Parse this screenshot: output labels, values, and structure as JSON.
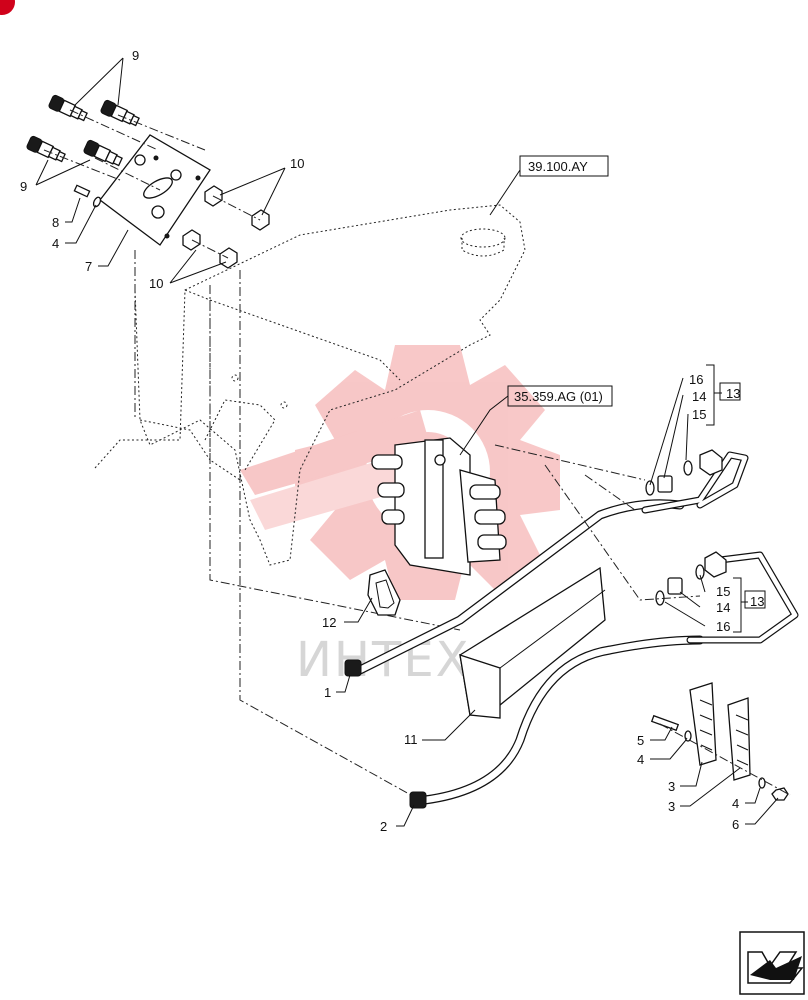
{
  "diagram": {
    "callouts": [
      {
        "id": "c9a",
        "label": "9"
      },
      {
        "id": "c9b",
        "label": "9"
      },
      {
        "id": "c10a",
        "label": "10"
      },
      {
        "id": "c10b",
        "label": "10"
      },
      {
        "id": "c8",
        "label": "8"
      },
      {
        "id": "c4a",
        "label": "4"
      },
      {
        "id": "c7",
        "label": "7"
      },
      {
        "id": "c16a",
        "label": "16"
      },
      {
        "id": "c14a",
        "label": "14"
      },
      {
        "id": "c15a",
        "label": "15"
      },
      {
        "id": "c13a",
        "label": "13"
      },
      {
        "id": "c15b",
        "label": "15"
      },
      {
        "id": "c14b",
        "label": "14"
      },
      {
        "id": "c16b",
        "label": "16"
      },
      {
        "id": "c13b",
        "label": "13"
      },
      {
        "id": "c12",
        "label": "12"
      },
      {
        "id": "c1",
        "label": "1"
      },
      {
        "id": "c11",
        "label": "11"
      },
      {
        "id": "c5",
        "label": "5"
      },
      {
        "id": "c4b",
        "label": "4"
      },
      {
        "id": "c3a",
        "label": "3"
      },
      {
        "id": "c3b",
        "label": "3"
      },
      {
        "id": "c4c",
        "label": "4"
      },
      {
        "id": "c6",
        "label": "6"
      },
      {
        "id": "c2",
        "label": "2"
      }
    ],
    "references": {
      "frame": "39.100.AY",
      "valve": "35.359.AG (01)"
    },
    "watermark": "ИНТЕХ",
    "colors": {
      "line": "#111111",
      "watermark_logo": "#f29a9a",
      "badge": "#d0021b"
    },
    "icons": {
      "nav": "next-page-arrow-icon"
    }
  }
}
